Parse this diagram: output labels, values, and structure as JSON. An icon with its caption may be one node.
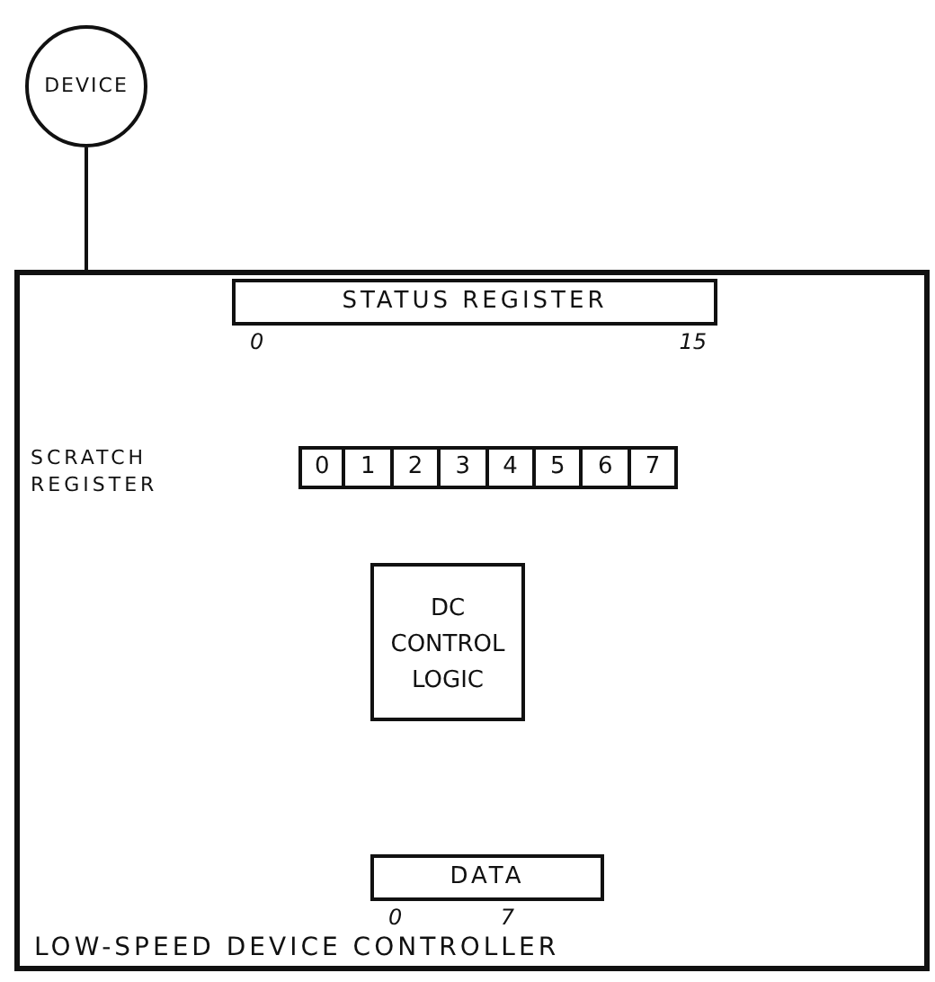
{
  "diagram": {
    "nodes": [
      {
        "text": [
          "DEVICE"
        ]
      },
      {
        "text": [
          "LOW-SPEED DEVICE CONTROLLER"
        ]
      },
      {
        "text": [
          "STATUS REGISTER"
        ],
        "in": 1,
        "beside": [
          "0",
          "15"
        ]
      },
      {
        "text": [
          "SCRATCH REGISTER"
        ],
        "in": 1
      },
      {
        "text": [
          "0"
        ],
        "in": 3
      },
      {
        "text": [
          "1"
        ],
        "in": 3
      },
      {
        "text": [
          "2"
        ],
        "in": 3
      },
      {
        "text": [
          "3"
        ],
        "in": 3
      },
      {
        "text": [
          "4"
        ],
        "in": 3
      },
      {
        "text": [
          "5"
        ],
        "in": 3
      },
      {
        "text": [
          "6"
        ],
        "in": 3
      },
      {
        "text": [
          "7"
        ],
        "in": 3
      },
      {
        "text": [
          "DC CONTROL LOGIC"
        ],
        "in": 1
      },
      {
        "text": [
          "DATA"
        ],
        "in": 1,
        "beside": [
          "0",
          "7"
        ]
      }
    ],
    "edges": [
      {
        "from": 0,
        "to": 1,
        "arrow": "none"
      }
    ]
  }
}
